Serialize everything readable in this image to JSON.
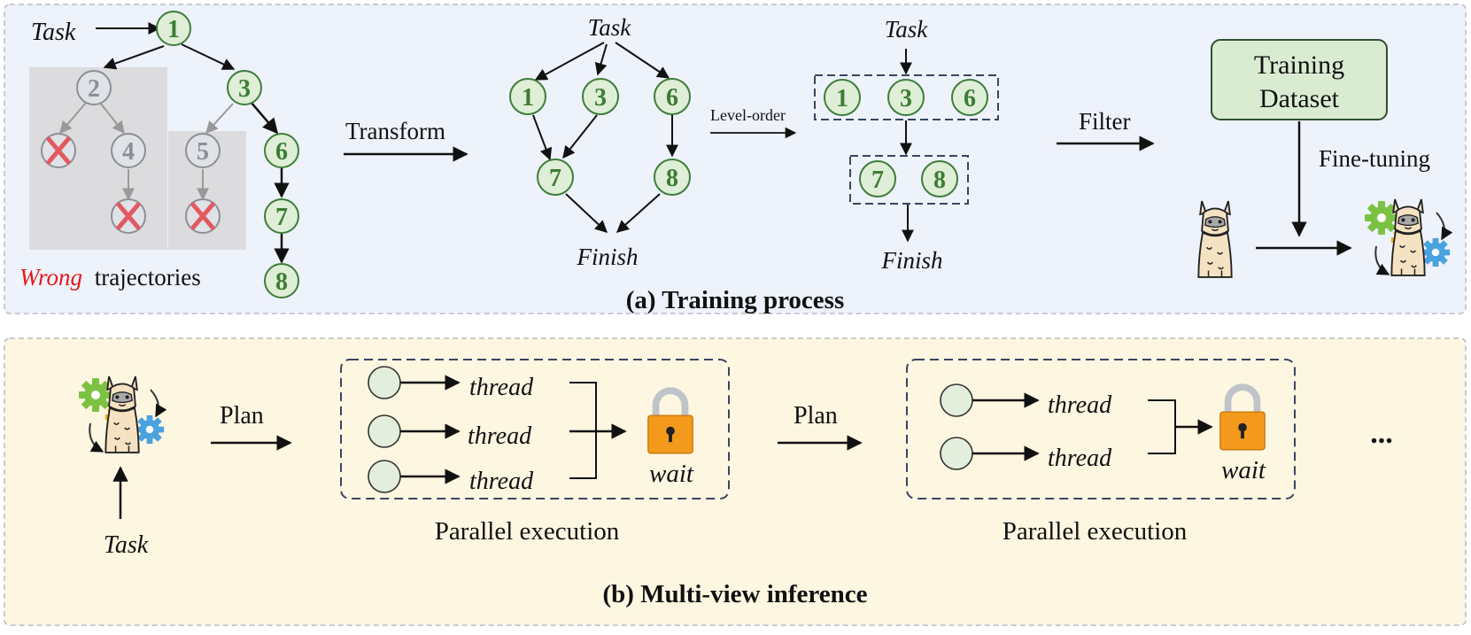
{
  "colors": {
    "panel_a_bg": "#eef2fb",
    "panel_b_bg": "#fdf6e1",
    "node_fill": "#dfeed6",
    "node_stroke": "#3f7d3a",
    "node_text": "#3c7d34",
    "faded_node_fill": "#dfe2e6",
    "faded_node_stroke": "#8c9096",
    "faded_node_text": "#8c9096",
    "wrong_text": "#e21a1a",
    "cross": "#e25a5f",
    "dataset_fill": "#d9ecd2",
    "dataset_stroke": "#2f4f2f",
    "lock_body": "#f39a1c",
    "lock_shackle": "#bfc4c9",
    "dash_stroke": "#3a4660",
    "thread_circle_fill": "#e3eedd"
  },
  "panel_a": {
    "caption": "(a) Training process",
    "tree": {
      "task_label": "Task",
      "nodes": [
        {
          "id": "1",
          "faded": false
        },
        {
          "id": "2",
          "faded": true
        },
        {
          "id": "3",
          "faded": false
        },
        {
          "id": "4",
          "faded": true
        },
        {
          "id": "5",
          "faded": true
        },
        {
          "id": "6",
          "faded": false
        },
        {
          "id": "7",
          "faded": false
        },
        {
          "id": "8",
          "faded": false
        }
      ],
      "wrong_word": "Wrong",
      "wrong_rest": "trajectories",
      "failed_branch_icon": "cross-icon"
    },
    "transform_label": "Transform",
    "graph": {
      "task_label": "Task",
      "finish_label": "Finish",
      "nodes": [
        "1",
        "3",
        "6",
        "7",
        "8"
      ]
    },
    "level_order_label": "Level-order",
    "levels": {
      "task_label": "Task",
      "finish_label": "Finish",
      "level1": [
        "1",
        "3",
        "6"
      ],
      "level2": [
        "7",
        "8"
      ]
    },
    "filter_label": "Filter",
    "dataset_line1": "Training",
    "dataset_line2": "Dataset",
    "finetune_label": "Fine-tuning",
    "base_model_icon": "llama-icon",
    "tuned_model_icon": "llama-with-gears-icon"
  },
  "panel_b": {
    "caption": "(b) Multi-view inference",
    "model_icon": "llama-with-gears-icon",
    "task_label": "Task",
    "plan_label_1": "Plan",
    "plan_label_2": "Plan",
    "block1": {
      "threads": [
        "thread",
        "thread",
        "thread"
      ],
      "wait_label": "wait",
      "caption": "Parallel execution"
    },
    "block2": {
      "threads": [
        "thread",
        "thread"
      ],
      "wait_label": "wait",
      "caption": "Parallel execution"
    },
    "ellipsis": "..."
  }
}
